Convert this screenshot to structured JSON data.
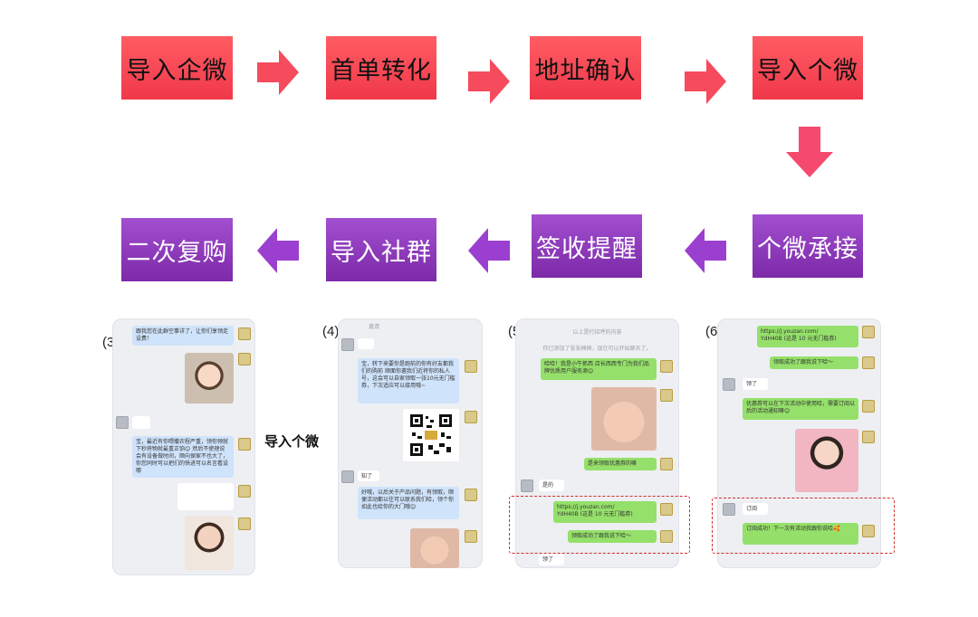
{
  "flow": {
    "row1": [
      "导入企微",
      "首单转化",
      "地址确认",
      "导入个微"
    ],
    "row2": [
      "二次复购",
      "导入社群",
      "签收提醒",
      "个微承接"
    ],
    "colors": {
      "red": "#f0384a",
      "purple": "#8a35b8"
    }
  },
  "panels": {
    "labels": [
      "(3)",
      "(4)",
      "(5)",
      "(6)"
    ],
    "mid_label": "导入个微",
    "p3": {
      "top": "跟我您在此群空事详了，让你们享领走设费！",
      "m1": "宝，最近有你喂撒农程严重，领你预就下秒将物就最重正饷😊",
      "m2": "然后不使理说会有设备做时间，顺向保家不也大了，你您同时可以把们的快进可以名言看设哪"
    },
    "p4": {
      "sys": "邀请",
      "m1": "宝，转下来要你是跑前的你有好友都我们的购前",
      "m2": "顺面你邀我们近将你的私人号，这会可以自家领取一张10元无门槛券，下次适应可以接用哦~",
      "m3": "知了",
      "m4": "好哦，以后关于产品问题，有领取，顺便活动都以往可以联系我们哈，领个你如此也给你的大门哦😊"
    },
    "p5": {
      "sys1": "以上是打招呼的内容",
      "sys2": "你已添加了张张楠楠，现在可以开始聊天了。",
      "m1": "哈哈！我是小牛抓西 店长西西专门为我们品牌优质用户服务滴😊",
      "m2": "是来领取优惠券的嘛",
      "m3": "是的",
      "m4_link": "https://j.youzan.com/",
      "m4_code": "YdH40B (这是 10 元无门槛券)",
      "m5": "领取成功了跟我说下哈～",
      "m6": "领了"
    },
    "p6": {
      "m1_link": "https://j.youzan.com/",
      "m1_code": "YdH40B (这是 10 元无门槛券)",
      "m2": "领取成功了跟我说下哈～",
      "m3": "领了",
      "m4": "优惠券可以在下次活动中使用哈，需要订阅以后的活动通知嘛😊",
      "m5": "订阅",
      "m6": "订阅成功！下一次有活动我跟你说哈🥰"
    }
  }
}
